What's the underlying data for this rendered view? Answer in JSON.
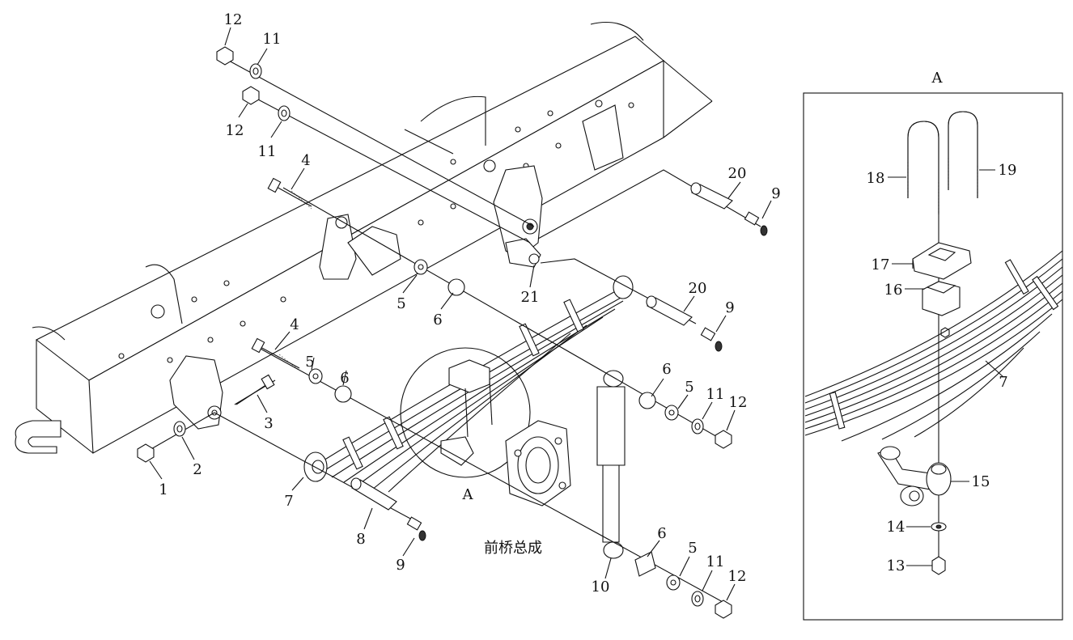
{
  "callouts": {
    "c1": "1",
    "c2": "2",
    "c3": "3",
    "c4a": "4",
    "c4b": "4",
    "c5a": "5",
    "c5b": "5",
    "c5c": "5",
    "c5d": "5",
    "c6a": "6",
    "c6b": "6",
    "c6c": "6",
    "c6d": "6",
    "c7": "7",
    "c8": "8",
    "c9a": "9",
    "c9b": "9",
    "c9c": "9",
    "c10": "10",
    "c11a": "11",
    "c11b": "11",
    "c11c": "11",
    "c11d": "11",
    "c12a": "12",
    "c12b": "12",
    "c12c": "12",
    "c12d": "12",
    "c20a": "20",
    "c20b": "20",
    "c21": "21"
  },
  "detail_marker": "A",
  "front_axle_label": "前桥总成",
  "inset": {
    "title": "A",
    "c7": "7",
    "c13": "13",
    "c14": "14",
    "c15": "15",
    "c16": "16",
    "c17": "17",
    "c18": "18",
    "c19": "19"
  }
}
